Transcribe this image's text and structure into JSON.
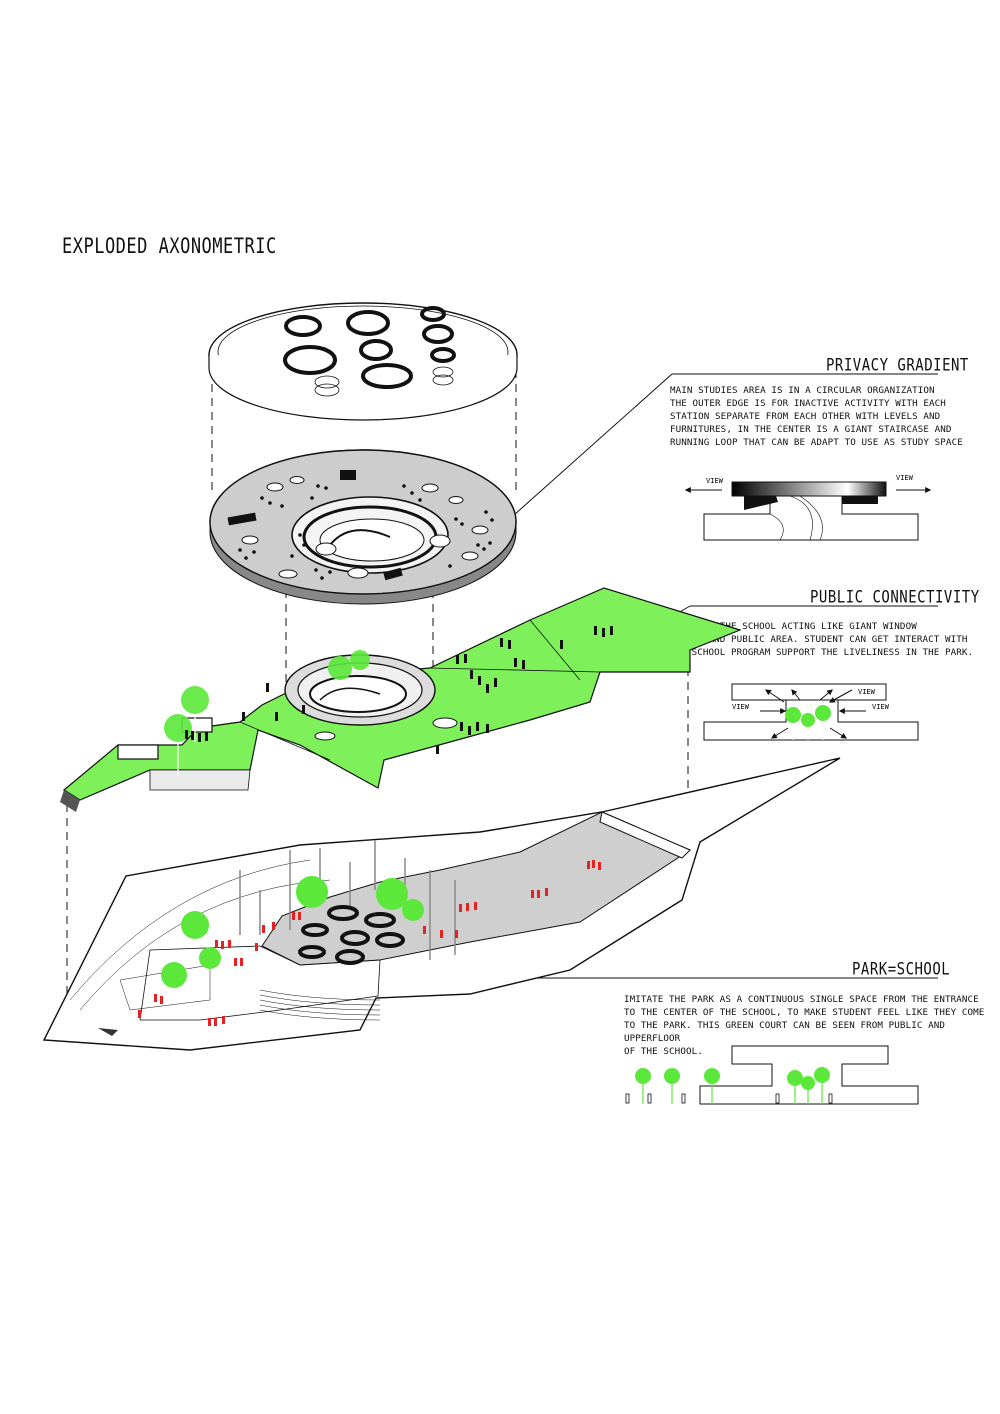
{
  "title": "EXPLODED AXONOMETRIC",
  "sections": [
    {
      "id": "privacy",
      "heading": "PRIVACY GRADIENT",
      "body": "MAIN STUDIES AREA IS IN A CIRCULAR ORGANIZATION\nTHE OUTER EDGE IS FOR INACTIVE ACTIVITY WITH EACH\nSTATION SEPARATE FROM EACH OTHER WITH LEVELS AND\nFURNITURES, IN THE CENTER IS A GIANT STAIRCASE AND\nRUNNING LOOP THAT CAN BE ADAPT TO USE AS STUDY SPACE",
      "view_left": "VIEW",
      "view_right": "VIEW"
    },
    {
      "id": "public",
      "heading": "PUBLIC CONNECTIVITY",
      "body": "CENTRAL COURT OF THE SCHOOL ACTING LIKE GIANT WINDOW\nBETWEEN SCHOOL AND PUBLIC AREA. STUDENT CAN GET INTERACT WITH\nPUBLIC. THE SCHOOL PROGRAM SUPPORT THE LIVELINESS IN THE PARK.",
      "view_labels": [
        "VIEW",
        "VIEW",
        "VIEW"
      ]
    },
    {
      "id": "park",
      "heading": "PARK=SCHOOL",
      "body": "IMITATE THE PARK AS A CONTINUOUS SINGLE SPACE FROM THE ENTRANCE\nTO THE CENTER OF THE SCHOOL, TO MAKE STUDENT FEEL LIKE THEY COME\nTO THE PARK. THIS GREEN COURT CAN BE SEEN FROM PUBLIC AND UPPERFLOOR\nOF THE SCHOOL."
    }
  ],
  "colors": {
    "green": "#7ef05a",
    "tree": "#5be83a",
    "grey": "#cfcfcf",
    "dark": "#111111",
    "red": "#e52222"
  }
}
